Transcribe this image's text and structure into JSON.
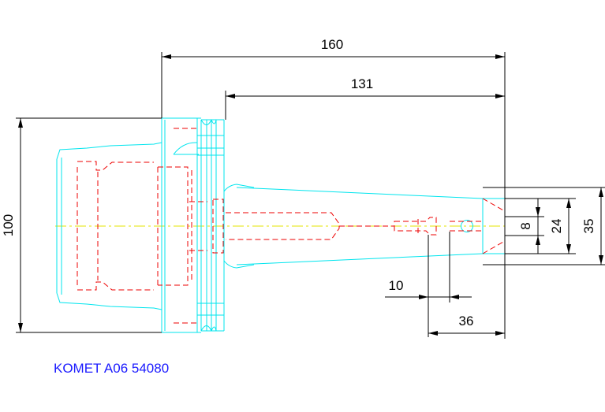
{
  "colors": {
    "outline": "#00e5ee",
    "hidden": "#ee0000",
    "centerline": "#e6e600",
    "dimension": "#000000",
    "caption": "#1a1aff"
  },
  "dimensions": {
    "overall_length": "160",
    "shank_length": "131",
    "flange_diameter": "100",
    "tip_diameter": "35",
    "inner_diameter": "24",
    "bore_diameter": "8",
    "slot_width": "10",
    "tip_offset": "36"
  },
  "caption": "KOMET A06 54080"
}
